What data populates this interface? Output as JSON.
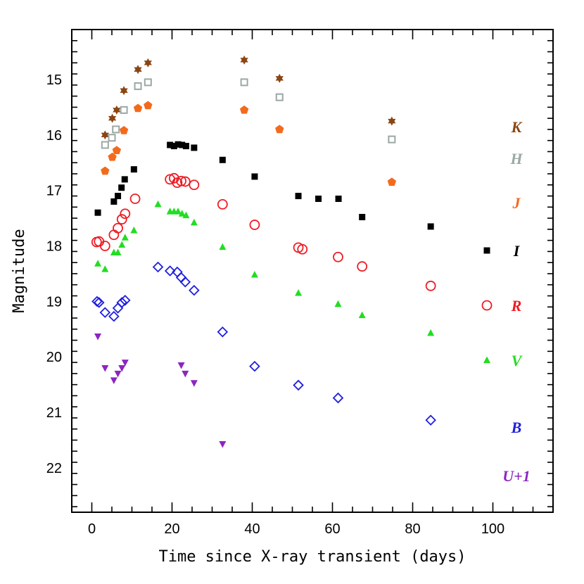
{
  "chart_data": {
    "type": "scatter",
    "xlabel": "Time since X-ray transient (days)",
    "ylabel": "Magnitude",
    "xlim": [
      -5,
      115
    ],
    "ylim": [
      22.8,
      14.1
    ],
    "y_inverted": true,
    "x_ticks": [
      0,
      20,
      40,
      60,
      80,
      100
    ],
    "y_ticks": [
      15,
      16,
      17,
      18,
      19,
      20,
      21,
      22
    ],
    "grid": false,
    "legend_placement": "right",
    "series": [
      {
        "name": "K",
        "color": "#8B4513",
        "marker": "star",
        "points": [
          [
            3.3,
            16.0
          ],
          [
            5.1,
            15.7
          ],
          [
            6.2,
            15.55
          ],
          [
            8.0,
            15.2
          ],
          [
            11.5,
            14.82
          ],
          [
            14.0,
            14.7
          ],
          [
            38.0,
            14.65
          ],
          [
            46.8,
            14.98
          ],
          [
            74.8,
            15.75
          ]
        ]
      },
      {
        "name": "H",
        "color": "#9BA8A5",
        "marker": "open-square",
        "points": [
          [
            3.3,
            16.18
          ],
          [
            5.0,
            16.05
          ],
          [
            6.0,
            15.9
          ],
          [
            8.0,
            15.55
          ],
          [
            11.5,
            15.12
          ],
          [
            14.0,
            15.05
          ],
          [
            38.0,
            15.05
          ],
          [
            46.8,
            15.32
          ],
          [
            74.8,
            16.08
          ]
        ]
      },
      {
        "name": "J",
        "color": "#F26B1D",
        "marker": "pentagon",
        "points": [
          [
            3.3,
            16.65
          ],
          [
            5.1,
            16.4
          ],
          [
            6.2,
            16.28
          ],
          [
            8.0,
            15.92
          ],
          [
            11.5,
            15.52
          ],
          [
            14.0,
            15.47
          ],
          [
            38.0,
            15.55
          ],
          [
            46.8,
            15.9
          ],
          [
            74.8,
            16.85
          ]
        ]
      },
      {
        "name": "I",
        "color": "#000000",
        "marker": "square",
        "points": [
          [
            1.5,
            17.4
          ],
          [
            5.5,
            17.2
          ],
          [
            6.5,
            17.1
          ],
          [
            7.4,
            16.95
          ],
          [
            8.2,
            16.8
          ],
          [
            10.5,
            16.62
          ],
          [
            19.5,
            16.18
          ],
          [
            20.5,
            16.2
          ],
          [
            21.5,
            16.17
          ],
          [
            22.5,
            16.18
          ],
          [
            23.5,
            16.2
          ],
          [
            25.5,
            16.23
          ],
          [
            32.6,
            16.45
          ],
          [
            40.6,
            16.75
          ],
          [
            51.5,
            17.1
          ],
          [
            56.5,
            17.15
          ],
          [
            61.5,
            17.15
          ],
          [
            67.4,
            17.48
          ],
          [
            84.5,
            17.65
          ]
        ]
      },
      {
        "name": "R",
        "color": "#EE1C24",
        "marker": "open-circle",
        "points": [
          [
            1.2,
            17.93
          ],
          [
            1.8,
            17.92
          ],
          [
            3.3,
            18.0
          ],
          [
            5.5,
            17.8
          ],
          [
            6.5,
            17.68
          ],
          [
            7.5,
            17.52
          ],
          [
            8.3,
            17.42
          ],
          [
            10.8,
            17.15
          ],
          [
            19.5,
            16.8
          ],
          [
            20.5,
            16.78
          ],
          [
            21.3,
            16.86
          ],
          [
            22.3,
            16.83
          ],
          [
            23.3,
            16.84
          ],
          [
            25.5,
            16.9
          ],
          [
            32.6,
            17.25
          ],
          [
            40.6,
            17.62
          ],
          [
            51.5,
            18.03
          ],
          [
            52.5,
            18.06
          ],
          [
            61.4,
            18.2
          ],
          [
            67.4,
            18.37
          ],
          [
            84.5,
            18.72
          ]
        ]
      },
      {
        "name": "V",
        "color": "#22DD22",
        "marker": "triangle-up",
        "points": [
          [
            1.5,
            18.32
          ],
          [
            3.3,
            18.42
          ],
          [
            5.5,
            18.12
          ],
          [
            6.5,
            18.12
          ],
          [
            7.5,
            17.98
          ],
          [
            8.3,
            17.85
          ],
          [
            10.5,
            17.72
          ],
          [
            16.5,
            17.25
          ],
          [
            19.5,
            17.38
          ],
          [
            20.5,
            17.38
          ],
          [
            21.5,
            17.38
          ],
          [
            22.5,
            17.42
          ],
          [
            23.5,
            17.45
          ],
          [
            25.5,
            17.58
          ],
          [
            32.6,
            18.02
          ],
          [
            40.6,
            18.52
          ],
          [
            51.5,
            18.85
          ],
          [
            61.4,
            19.05
          ],
          [
            67.4,
            19.25
          ],
          [
            84.5,
            19.57
          ]
        ]
      },
      {
        "name": "B",
        "color": "#1F1FDE",
        "marker": "open-diamond",
        "points": [
          [
            1.3,
            19.0
          ],
          [
            1.8,
            19.02
          ],
          [
            3.3,
            19.2
          ],
          [
            5.5,
            19.27
          ],
          [
            6.5,
            19.12
          ],
          [
            7.5,
            19.02
          ],
          [
            8.3,
            18.98
          ],
          [
            16.5,
            18.38
          ],
          [
            19.5,
            18.45
          ],
          [
            21.3,
            18.47
          ],
          [
            22.3,
            18.57
          ],
          [
            23.3,
            18.65
          ],
          [
            25.5,
            18.8
          ],
          [
            32.6,
            19.55
          ],
          [
            40.6,
            20.17
          ],
          [
            51.5,
            20.51
          ],
          [
            61.4,
            20.74
          ],
          [
            84.5,
            21.14
          ]
        ]
      },
      {
        "name": "U+1",
        "color": "#8E24C0",
        "marker": "triangle-down",
        "points": [
          [
            1.5,
            19.63
          ],
          [
            3.3,
            20.2
          ],
          [
            5.5,
            20.42
          ],
          [
            6.5,
            20.3
          ],
          [
            7.5,
            20.2
          ],
          [
            8.3,
            20.1
          ],
          [
            22.3,
            20.15
          ],
          [
            23.3,
            20.3
          ],
          [
            25.5,
            20.47
          ],
          [
            32.6,
            21.57
          ]
        ]
      }
    ],
    "legend": [
      {
        "label": "K",
        "series": "K",
        "color": "#8B4513",
        "show_marker": false
      },
      {
        "label": "H",
        "series": "H",
        "color": "#9BA8A5",
        "show_marker": false
      },
      {
        "label": "J",
        "series": "J",
        "color": "#F26B1D",
        "show_marker": false
      },
      {
        "label": "I",
        "series": "I",
        "color": "#000000",
        "show_marker": true
      },
      {
        "label": "R",
        "series": "R",
        "color": "#EE1C24",
        "show_marker": true
      },
      {
        "label": "V",
        "series": "V",
        "color": "#22DD22",
        "show_marker": true
      },
      {
        "label": "B",
        "series": "B",
        "color": "#1F1FDE",
        "show_marker": false
      },
      {
        "label": "U+1",
        "series": "U+1",
        "color": "#8E24C0",
        "show_marker": false
      }
    ]
  }
}
